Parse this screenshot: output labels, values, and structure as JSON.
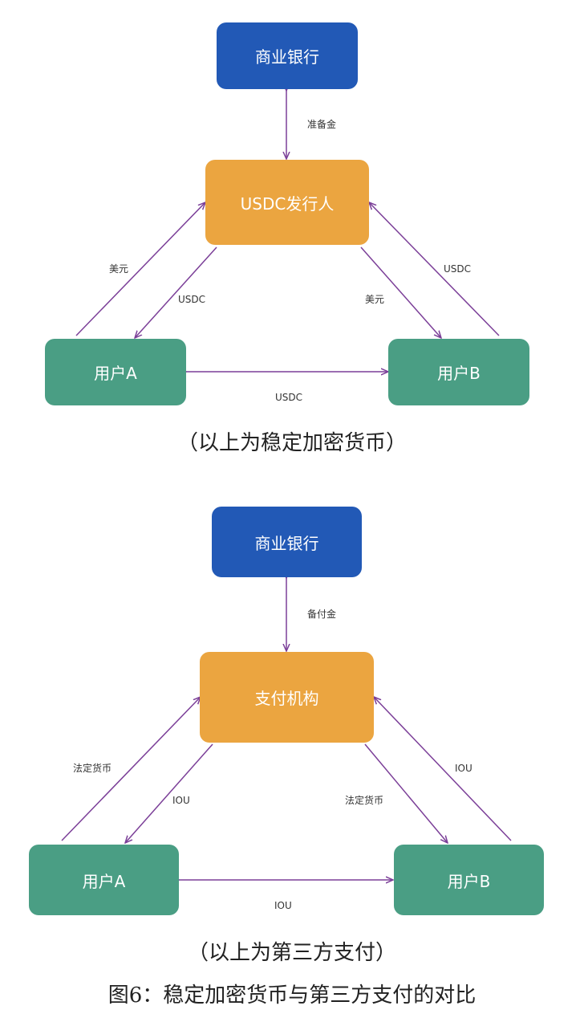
{
  "diagram1": {
    "nodes": {
      "bank": "商业银行",
      "issuer": "USDC发行人",
      "user_a": "用户A",
      "user_b": "用户B"
    },
    "edges": {
      "bank_issuer": "准备金",
      "a_to_issuer": "美元",
      "issuer_to_a": "USDC",
      "issuer_to_b": "美元",
      "b_to_issuer": "USDC",
      "a_b": "USDC"
    },
    "caption": "（以上为稳定加密货币）"
  },
  "diagram2": {
    "nodes": {
      "bank": "商业银行",
      "issuer": "支付机构",
      "user_a": "用户A",
      "user_b": "用户B"
    },
    "edges": {
      "bank_issuer": "备付金",
      "a_to_issuer": "法定货币",
      "issuer_to_a": "IOU",
      "issuer_to_b": "法定货币",
      "b_to_issuer": "IOU",
      "a_b": "IOU"
    },
    "caption": "（以上为第三方支付）"
  },
  "figure_caption": "图6：稳定加密货币与第三方支付的对比",
  "colors": {
    "bank": "#2259b6",
    "issuer": "#eba540",
    "user": "#4a9e84",
    "arrow": "#7b3f98"
  }
}
